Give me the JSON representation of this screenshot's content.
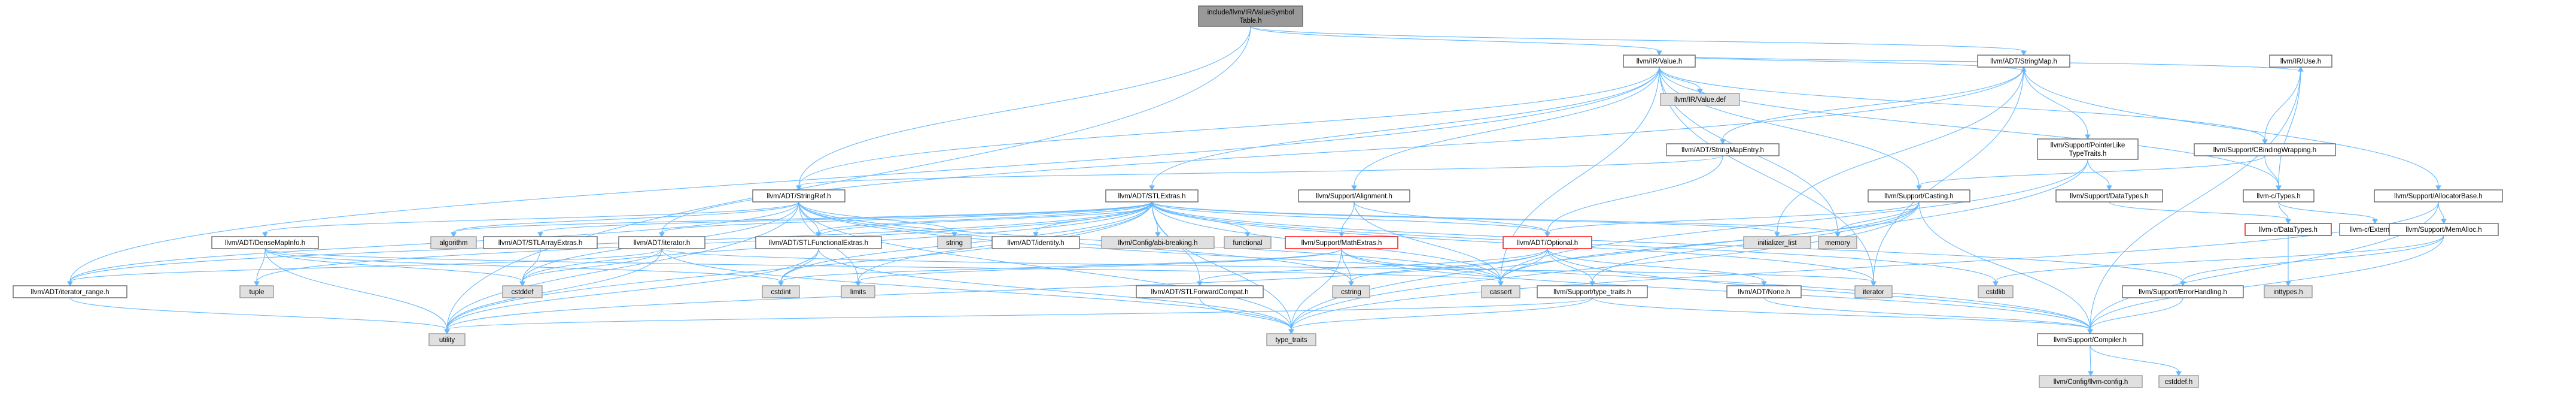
{
  "diagram": {
    "type": "include-dependency-graph",
    "colors": {
      "root_fill": "#999999",
      "file_fill": "#ffffff",
      "file_border": "#666666",
      "system_fill": "#e0e0e0",
      "system_border": "#999999",
      "highlight_border": "#ff0000",
      "edge": "#63b8ff"
    },
    "nodes": [
      {
        "id": "root",
        "lines": [
          "include/llvm/IR/ValueSymbol",
          "Table.h"
        ],
        "kind": "root"
      },
      {
        "id": "value_h",
        "lines": [
          "llvm/IR/Value.h"
        ],
        "kind": "file"
      },
      {
        "id": "value_def",
        "lines": [
          "llvm/IR/Value.def"
        ],
        "kind": "system"
      },
      {
        "id": "stringmap_h",
        "lines": [
          "llvm/ADT/StringMap.h"
        ],
        "kind": "file"
      },
      {
        "id": "use_h",
        "lines": [
          "llvm/IR/Use.h"
        ],
        "kind": "file"
      },
      {
        "id": "stringmapentry_h",
        "lines": [
          "llvm/ADT/StringMapEntry.h"
        ],
        "kind": "file"
      },
      {
        "id": "pointerlike_h",
        "lines": [
          "llvm/Support/PointerLike",
          "TypeTraits.h"
        ],
        "kind": "file"
      },
      {
        "id": "cbinding_h",
        "lines": [
          "llvm/Support/CBindingWrapping.h"
        ],
        "kind": "file"
      },
      {
        "id": "allocatorbase_h",
        "lines": [
          "llvm/Support/AllocatorBase.h"
        ],
        "kind": "file"
      },
      {
        "id": "stringref_h",
        "lines": [
          "llvm/ADT/StringRef.h"
        ],
        "kind": "file"
      },
      {
        "id": "stlextras_h",
        "lines": [
          "llvm/ADT/STLExtras.h"
        ],
        "kind": "file"
      },
      {
        "id": "alignment_h",
        "lines": [
          "llvm/Support/Alignment.h"
        ],
        "kind": "file"
      },
      {
        "id": "casting_h",
        "lines": [
          "llvm/Support/Casting.h"
        ],
        "kind": "file"
      },
      {
        "id": "datatypes_support_h",
        "lines": [
          "llvm/Support/DataTypes.h"
        ],
        "kind": "file"
      },
      {
        "id": "llvmc_types_h",
        "lines": [
          "llvm-c/Types.h"
        ],
        "kind": "file"
      },
      {
        "id": "llvmc_datatypes_h",
        "lines": [
          "llvm-c/DataTypes.h"
        ],
        "kind": "highlight"
      },
      {
        "id": "llvmc_externc_h",
        "lines": [
          "llvm-c/ExternC.h"
        ],
        "kind": "file"
      },
      {
        "id": "memalloc_h",
        "lines": [
          "llvm/Support/MemAlloc.h"
        ],
        "kind": "file"
      },
      {
        "id": "densemapinfo_h",
        "lines": [
          "llvm/ADT/DenseMapInfo.h"
        ],
        "kind": "file"
      },
      {
        "id": "algorithm",
        "lines": [
          "algorithm"
        ],
        "kind": "system"
      },
      {
        "id": "stlarrayextras_h",
        "lines": [
          "llvm/ADT/STLArrayExtras.h"
        ],
        "kind": "file"
      },
      {
        "id": "iterator_h",
        "lines": [
          "llvm/ADT/iterator.h"
        ],
        "kind": "file"
      },
      {
        "id": "stlfunctionalextras_h",
        "lines": [
          "llvm/ADT/STLFunctionalExtras.h"
        ],
        "kind": "file"
      },
      {
        "id": "string",
        "lines": [
          "string"
        ],
        "kind": "system"
      },
      {
        "id": "identity_h",
        "lines": [
          "llvm/ADT/identity.h"
        ],
        "kind": "file"
      },
      {
        "id": "abibreaking_h",
        "lines": [
          "llvm/Config/abi-breaking.h"
        ],
        "kind": "system"
      },
      {
        "id": "functional",
        "lines": [
          "functional"
        ],
        "kind": "system"
      },
      {
        "id": "mathextras_h",
        "lines": [
          "llvm/Support/MathExtras.h"
        ],
        "kind": "highlight"
      },
      {
        "id": "optional_h",
        "lines": [
          "llvm/ADT/Optional.h"
        ],
        "kind": "highlight"
      },
      {
        "id": "initializer_list",
        "lines": [
          "initializer_list"
        ],
        "kind": "system"
      },
      {
        "id": "memory",
        "lines": [
          "memory"
        ],
        "kind": "system"
      },
      {
        "id": "inttypes_h",
        "lines": [
          "inttypes.h"
        ],
        "kind": "system"
      },
      {
        "id": "iterator_range_h",
        "lines": [
          "llvm/ADT/iterator_range.h"
        ],
        "kind": "file"
      },
      {
        "id": "tuple",
        "lines": [
          "tuple"
        ],
        "kind": "system"
      },
      {
        "id": "cstddef",
        "lines": [
          "cstddef"
        ],
        "kind": "system"
      },
      {
        "id": "cstdint",
        "lines": [
          "cstdint"
        ],
        "kind": "system"
      },
      {
        "id": "limits",
        "lines": [
          "limits"
        ],
        "kind": "system"
      },
      {
        "id": "stlforwardcompat_h",
        "lines": [
          "llvm/ADT/STLForwardCompat.h"
        ],
        "kind": "file"
      },
      {
        "id": "cstring",
        "lines": [
          "cstring"
        ],
        "kind": "system"
      },
      {
        "id": "cassert",
        "lines": [
          "cassert"
        ],
        "kind": "system"
      },
      {
        "id": "type_traits_support_h",
        "lines": [
          "llvm/Support/type_traits.h"
        ],
        "kind": "file"
      },
      {
        "id": "none_h",
        "lines": [
          "llvm/ADT/None.h"
        ],
        "kind": "file"
      },
      {
        "id": "iterator",
        "lines": [
          "iterator"
        ],
        "kind": "system"
      },
      {
        "id": "cstdlib",
        "lines": [
          "cstdlib"
        ],
        "kind": "system"
      },
      {
        "id": "errorhandling_h",
        "lines": [
          "llvm/Support/ErrorHandling.h"
        ],
        "kind": "file"
      },
      {
        "id": "utility",
        "lines": [
          "utility"
        ],
        "kind": "system"
      },
      {
        "id": "type_traits",
        "lines": [
          "type_traits"
        ],
        "kind": "system"
      },
      {
        "id": "compiler_h",
        "lines": [
          "llvm/Support/Compiler.h"
        ],
        "kind": "file"
      },
      {
        "id": "llvm_config_h",
        "lines": [
          "llvm/Config/llvm-config.h"
        ],
        "kind": "system"
      },
      {
        "id": "cstddef_h",
        "lines": [
          "cstddef.h"
        ],
        "kind": "system"
      }
    ],
    "edges": [
      [
        "root",
        "value_h"
      ],
      [
        "root",
        "stringmap_h"
      ],
      [
        "root",
        "stringref_h"
      ],
      [
        "root",
        "utility"
      ],
      [
        "value_h",
        "value_def"
      ],
      [
        "value_h",
        "stringmap_h"
      ],
      [
        "value_h",
        "use_h"
      ],
      [
        "value_h",
        "cbinding_h"
      ],
      [
        "value_h",
        "stringref_h"
      ],
      [
        "value_h",
        "stlextras_h"
      ],
      [
        "value_h",
        "alignment_h"
      ],
      [
        "value_h",
        "casting_h"
      ],
      [
        "value_h",
        "llvmc_types_h"
      ],
      [
        "value_h",
        "iterator_range_h"
      ],
      [
        "value_h",
        "cassert"
      ],
      [
        "value_h",
        "iterator"
      ],
      [
        "value_h",
        "memory"
      ],
      [
        "stringmap_h",
        "stringmapentry_h"
      ],
      [
        "stringmap_h",
        "pointerlike_h"
      ],
      [
        "stringmap_h",
        "allocatorbase_h"
      ],
      [
        "stringmap_h",
        "iterator_h"
      ],
      [
        "stringmap_h",
        "initializer_list"
      ],
      [
        "stringmap_h",
        "iterator"
      ],
      [
        "stringmapentry_h",
        "stringref_h"
      ],
      [
        "stringmapentry_h",
        "optional_h"
      ],
      [
        "pointerlike_h",
        "datatypes_support_h"
      ],
      [
        "pointerlike_h",
        "cassert"
      ],
      [
        "pointerlike_h",
        "type_traits"
      ],
      [
        "use_h",
        "cbinding_h"
      ],
      [
        "use_h",
        "llvmc_types_h"
      ],
      [
        "use_h",
        "compiler_h"
      ],
      [
        "cbinding_h",
        "llvmc_types_h"
      ],
      [
        "cbinding_h",
        "casting_h"
      ],
      [
        "datatypes_support_h",
        "llvmc_datatypes_h"
      ],
      [
        "llvmc_types_h",
        "llvmc_datatypes_h"
      ],
      [
        "llvmc_types_h",
        "llvmc_externc_h"
      ],
      [
        "llvmc_datatypes_h",
        "inttypes_h"
      ],
      [
        "allocatorbase_h",
        "memalloc_h"
      ],
      [
        "allocatorbase_h",
        "compiler_h"
      ],
      [
        "allocatorbase_h",
        "type_traits"
      ],
      [
        "memalloc_h",
        "compiler_h"
      ],
      [
        "memalloc_h",
        "errorhandling_h"
      ],
      [
        "memalloc_h",
        "cstdlib"
      ],
      [
        "errorhandling_h",
        "compiler_h"
      ],
      [
        "stringref_h",
        "stlfunctionalextras_h"
      ],
      [
        "stringref_h",
        "iterator_range_h"
      ],
      [
        "stringref_h",
        "compiler_h"
      ],
      [
        "stringref_h",
        "algorithm"
      ],
      [
        "stringref_h",
        "cassert"
      ],
      [
        "stringref_h",
        "cstddef"
      ],
      [
        "stringref_h",
        "cstring"
      ],
      [
        "stringref_h",
        "limits"
      ],
      [
        "stringref_h",
        "string"
      ],
      [
        "stringref_h",
        "type_traits"
      ],
      [
        "stringref_h",
        "utility"
      ],
      [
        "stringref_h",
        "densemapinfo_h"
      ],
      [
        "stlextras_h",
        "stlarrayextras_h"
      ],
      [
        "stlextras_h",
        "stlforwardcompat_h"
      ],
      [
        "stlextras_h",
        "stlfunctionalextras_h"
      ],
      [
        "stlextras_h",
        "identity_h"
      ],
      [
        "stlextras_h",
        "iterator_h"
      ],
      [
        "stlextras_h",
        "iterator_range_h"
      ],
      [
        "stlextras_h",
        "abibreaking_h"
      ],
      [
        "stlextras_h",
        "errorhandling_h"
      ],
      [
        "stlextras_h",
        "algorithm"
      ],
      [
        "stlextras_h",
        "cassert"
      ],
      [
        "stlextras_h",
        "cstddef"
      ],
      [
        "stlextras_h",
        "cstdint"
      ],
      [
        "stlextras_h",
        "cstdlib"
      ],
      [
        "stlextras_h",
        "functional"
      ],
      [
        "stlextras_h",
        "initializer_list"
      ],
      [
        "stlextras_h",
        "iterator"
      ],
      [
        "stlextras_h",
        "limits"
      ],
      [
        "stlextras_h",
        "memory"
      ],
      [
        "stlextras_h",
        "tuple"
      ],
      [
        "stlextras_h",
        "type_traits"
      ],
      [
        "stlextras_h",
        "utility"
      ],
      [
        "stlextras_h",
        "optional_h"
      ],
      [
        "alignment_h",
        "mathextras_h"
      ],
      [
        "alignment_h",
        "optional_h"
      ],
      [
        "alignment_h",
        "cassert"
      ],
      [
        "mathextras_h",
        "compiler_h"
      ],
      [
        "mathextras_h",
        "cassert"
      ],
      [
        "mathextras_h",
        "cstdint"
      ],
      [
        "mathextras_h",
        "cstring"
      ],
      [
        "mathextras_h",
        "limits"
      ],
      [
        "mathextras_h",
        "type_traits"
      ],
      [
        "optional_h",
        "none_h"
      ],
      [
        "optional_h",
        "stlforwardcompat_h"
      ],
      [
        "optional_h",
        "compiler_h"
      ],
      [
        "optional_h",
        "type_traits_support_h"
      ],
      [
        "optional_h",
        "cassert"
      ],
      [
        "optional_h",
        "cstring"
      ],
      [
        "optional_h",
        "new_placeholder"
      ],
      [
        "optional_h",
        "utility"
      ],
      [
        "casting_h",
        "compiler_h"
      ],
      [
        "casting_h",
        "type_traits_support_h"
      ],
      [
        "casting_h",
        "cassert"
      ],
      [
        "casting_h",
        "memory"
      ],
      [
        "casting_h",
        "type_traits"
      ],
      [
        "casting_h",
        "optional_h"
      ],
      [
        "type_traits_support_h",
        "compiler_h"
      ],
      [
        "type_traits_support_h",
        "type_traits"
      ],
      [
        "type_traits_support_h",
        "utility"
      ],
      [
        "none_h",
        "compiler_h"
      ],
      [
        "stlforwardcompat_h",
        "type_traits"
      ],
      [
        "densemapinfo_h",
        "cassert"
      ],
      [
        "densemapinfo_h",
        "cstddef"
      ],
      [
        "densemapinfo_h",
        "cstdint"
      ],
      [
        "densemapinfo_h",
        "tuple"
      ],
      [
        "densemapinfo_h",
        "utility"
      ],
      [
        "stlarrayextras_h",
        "cstddef"
      ],
      [
        "iterator_h",
        "iterator_range_h"
      ],
      [
        "iterator_h",
        "cstddef"
      ],
      [
        "iterator_h",
        "iterator"
      ],
      [
        "iterator_h",
        "type_traits"
      ],
      [
        "iterator_h",
        "utility"
      ],
      [
        "stlfunctionalextras_h",
        "stlextras_h"
      ],
      [
        "stlfunctionalextras_h",
        "cstdint"
      ],
      [
        "stlfunctionalextras_h",
        "type_traits"
      ],
      [
        "stlfunctionalextras_h",
        "utility"
      ],
      [
        "iterator_range_h",
        "utility"
      ],
      [
        "compiler_h",
        "llvm_config_h"
      ],
      [
        "compiler_h",
        "cstddef_h"
      ]
    ]
  }
}
